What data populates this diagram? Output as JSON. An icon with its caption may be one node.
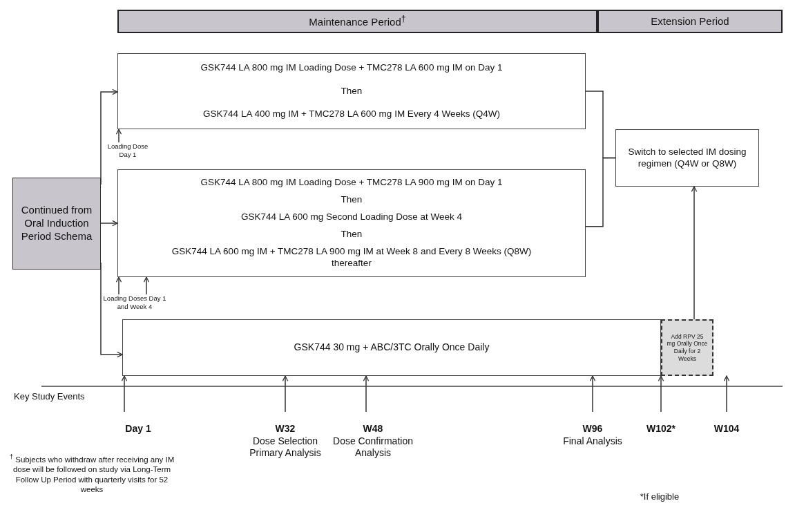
{
  "diagram": {
    "nodes": [
      {
        "text": [
          "Maintenance Period$^{†}$"
        ]
      },
      {
        "text": [
          "Extension Period"
        ]
      },
      {
        "text": [
          "Continued from Oral Induction Period Schema"
        ]
      },
      {
        "text": [
          "GSK744 LA 800 mg IM Loading Dose + TMC278 LA 600 mg IM on Day 1",
          "Then",
          "GSK744 LA 400 mg IM + TMC278 LA 600 mg IM Every 4 Weeks (Q4W)"
        ]
      },
      {
        "text": [
          "GSK744 LA 800 mg IM Loading Dose + TMC278 LA 900 mg IM on Day 1",
          "Then",
          "GSK744 LA 600 mg Second Loading Dose at Week 4",
          "Then",
          "GSK744 LA 600 mg IM + TMC278 LA 900 mg IM at Week 8 and Every 8 Weeks (Q8W) thereafter"
        ]
      },
      {
        "text": [
          "Switch to selected IM dosing regimen (Q4W or Q8W)"
        ]
      },
      {
        "text": [
          "GSK744 30 mg + ABC/3TC Orally Once Daily"
        ]
      },
      {
        "text": [
          "Add RPV 25 mg Orally Once Daily for 2 Weeks"
        ]
      },
      {
        "text": [
          "Loading Dose Day 1"
        ]
      },
      {
        "text": [
          "Loading Doses Day 1 and Week 4"
        ]
      },
      {
        "text": [
          "Day 1"
        ]
      },
      {
        "text": [
          "W32",
          "Dose Selection Primary Analysis"
        ]
      },
      {
        "text": [
          "W48",
          "Dose Confirmation Analysis"
        ]
      },
      {
        "text": [
          "W96",
          "Final Analysis"
        ]
      },
      {
        "text": [
          "W102*"
        ]
      },
      {
        "text": [
          "W104"
        ]
      }
    ],
    "edges": [
      {
        "from": 2,
        "to": 3,
        "arrow": "to"
      },
      {
        "from": 2,
        "to": 4,
        "arrow": "to"
      },
      {
        "from": 2,
        "to": 6,
        "arrow": "to"
      },
      {
        "from": 3,
        "to": 5,
        "arrow": "none"
      },
      {
        "from": 4,
        "to": 5,
        "arrow": "none"
      },
      {
        "from": 7,
        "to": 5,
        "arrow": "to"
      },
      {
        "from": 8,
        "to": 3,
        "arrow": "to"
      },
      {
        "from": 9,
        "to": 4,
        "arrow": "to"
      },
      {
        "from": 9,
        "to": 4,
        "arrow": "to"
      },
      {
        "from": 10,
        "to": 6,
        "arrow": "to"
      },
      {
        "from": 11,
        "to": 6,
        "arrow": "to"
      },
      {
        "from": 12,
        "to": 6,
        "arrow": "to"
      },
      {
        "from": 13,
        "to": 6,
        "arrow": "to"
      },
      {
        "from": 14,
        "to": 7,
        "arrow": "to"
      },
      {
        "from": 15,
        "to": 7,
        "arrow": "to"
      }
    ],
    "labels": [
      "Key Study Events",
      "$^{†}$ Subjects who withdraw after receiving any IM dose will be followed on study via Long-Term Follow Up Period with quarterly visits for 52 weeks",
      "*If eligible"
    ]
  }
}
